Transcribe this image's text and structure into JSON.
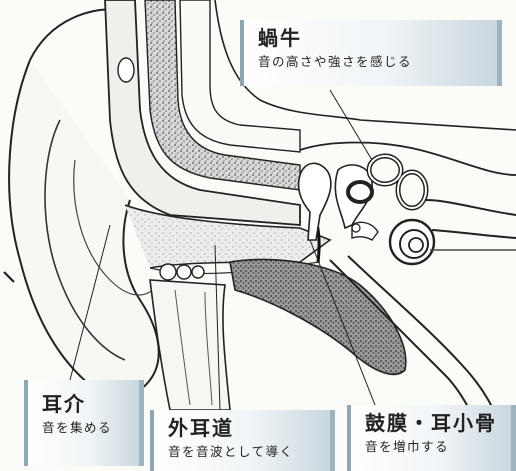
{
  "labels": {
    "cochlea": {
      "title": "蝸牛",
      "desc": "音の高さや強さを感じる"
    },
    "pinna": {
      "title": "耳介",
      "desc": "音を集める"
    },
    "ear_canal": {
      "title": "外耳道",
      "desc": "音を音波として導く"
    },
    "eardrum_ossicles": {
      "title": "鼓膜・耳小骨",
      "desc": "音を増巾する"
    }
  },
  "colors": {
    "outline": "#222222",
    "stipple": "#777777",
    "label_accent": "#8fa6b3"
  }
}
